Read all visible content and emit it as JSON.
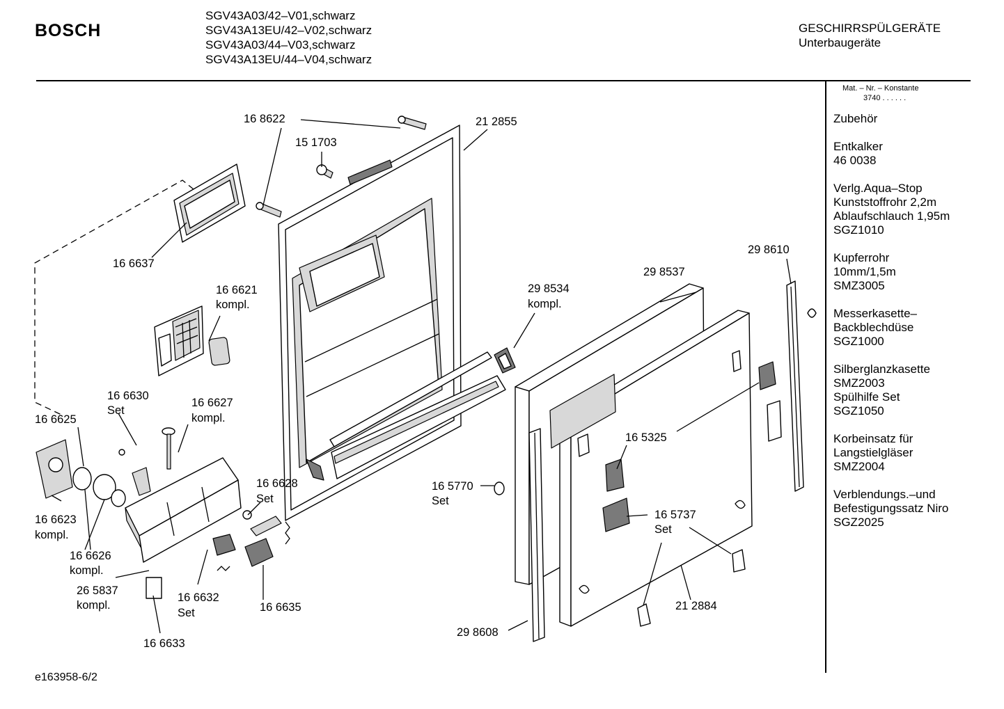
{
  "header": {
    "brand": "BOSCH",
    "models": [
      "SGV43A03/42–V01,schwarz",
      "SGV43A13EU/42–V02,schwarz",
      "SGV43A03/44–V03,schwarz",
      "SGV43A13EU/44–V04,schwarz"
    ],
    "category": "GESCHIRRSPÜLGERÄTE",
    "subcategory": "Unterbaugeräte"
  },
  "sidebar": {
    "konstante_label": "Mat. – Nr. – Konstante",
    "konstante_value": "3740 . .   . . . .",
    "blocks": [
      [
        "Zubehör"
      ],
      [
        "Entkalker",
        "46 0038"
      ],
      [
        "Verlg.Aqua–Stop",
        "Kunststoffrohr 2,2m",
        "Ablaufschlauch 1,95m",
        "SGZ1010"
      ],
      [
        "Kupferrohr",
        "10mm/1,5m",
        "SMZ3005"
      ],
      [
        "Messerkasette–",
        "Backblechdüse",
        "SGZ1000"
      ],
      [
        "Silberglanzkasette",
        "SMZ2003",
        "Spülhilfe Set",
        "SGZ1050"
      ],
      [
        "Korbeinsatz für",
        "Langstielgläser",
        "SMZ2004"
      ],
      [
        "Verblendungs.–und",
        "Befestigungssatz Niro",
        "SGZ2025"
      ]
    ]
  },
  "footer": {
    "code": "e163958-6/2"
  },
  "parts": {
    "p168622": "16 8622",
    "p212855": "21 2855",
    "p151703": "15 1703",
    "p166637": "16 6637",
    "p166621": "16 6621",
    "p166621b": "kompl.",
    "p298534": "29 8534",
    "p298534b": "kompl.",
    "p298537": "29 8537",
    "p298610": "29 8610",
    "p166630": "16 6630",
    "p166630b": "Set",
    "p166627": "16 6627",
    "p166627b": "kompl.",
    "p166625": "16 6625",
    "p166623": "16 6623",
    "p166623b": "kompl.",
    "p166626": "16 6626",
    "p166626b": "kompl.",
    "p166628": "16 6628",
    "p166628b": "Set",
    "p265837": "26 5837",
    "p265837b": "kompl.",
    "p166632": "16 6632",
    "p166632b": "Set",
    "p166635": "16 6635",
    "p166633": "16 6633",
    "p165325": "16 5325",
    "p165770": "16 5770",
    "p165770b": "Set",
    "p165737": "16 5737",
    "p165737b": "Set",
    "p212884": "21 2884",
    "p298608": "29 8608"
  }
}
